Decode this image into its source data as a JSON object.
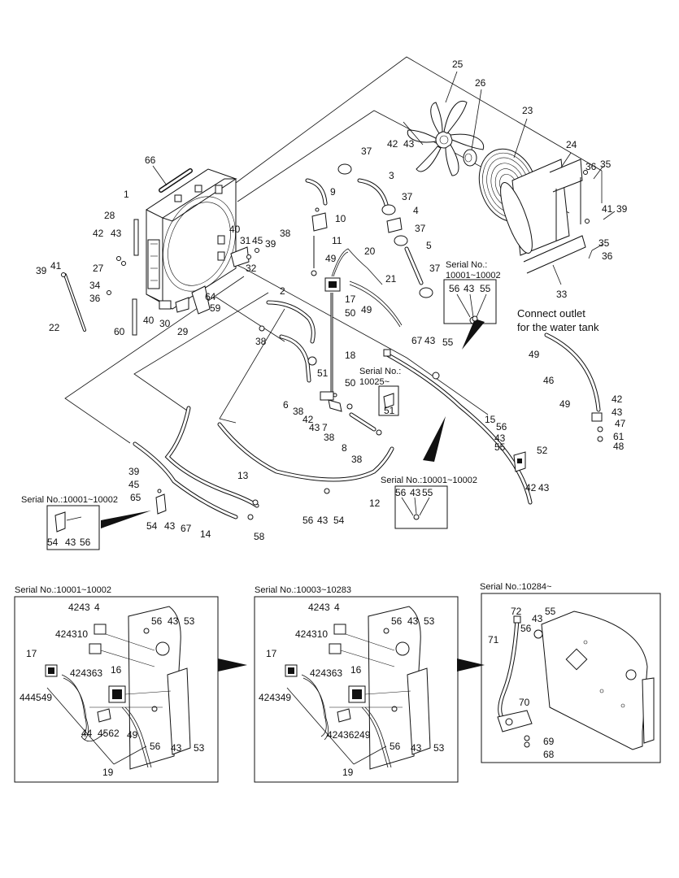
{
  "labels": [
    {
      "id": "l66",
      "text": "66"
    },
    {
      "id": "l1",
      "text": "1"
    },
    {
      "id": "l28",
      "text": "28"
    },
    {
      "id": "l42a",
      "text": "42"
    },
    {
      "id": "l43a",
      "text": "43"
    },
    {
      "id": "l39a",
      "text": "39"
    },
    {
      "id": "l41a",
      "text": "41"
    },
    {
      "id": "l27",
      "text": "27"
    },
    {
      "id": "l34",
      "text": "34"
    },
    {
      "id": "l36a",
      "text": "36"
    },
    {
      "id": "l22",
      "text": "22"
    },
    {
      "id": "l60",
      "text": "60"
    },
    {
      "id": "l40a",
      "text": "40"
    },
    {
      "id": "l30",
      "text": "30"
    },
    {
      "id": "l29",
      "text": "29"
    },
    {
      "id": "l64",
      "text": "64"
    },
    {
      "id": "l59",
      "text": "59"
    },
    {
      "id": "l40b",
      "text": "40"
    },
    {
      "id": "l31",
      "text": "31"
    },
    {
      "id": "l45a",
      "text": "45"
    },
    {
      "id": "l39b",
      "text": "39"
    },
    {
      "id": "l32",
      "text": "32"
    },
    {
      "id": "l25",
      "text": "25"
    },
    {
      "id": "l26",
      "text": "26"
    },
    {
      "id": "l42b",
      "text": "42"
    },
    {
      "id": "l43b",
      "text": "43"
    },
    {
      "id": "l23",
      "text": "23"
    },
    {
      "id": "l24",
      "text": "24"
    },
    {
      "id": "l36b",
      "text": "36"
    },
    {
      "id": "l35a",
      "text": "35"
    },
    {
      "id": "l41b",
      "text": "41"
    },
    {
      "id": "l39c",
      "text": "39"
    },
    {
      "id": "l35b",
      "text": "35"
    },
    {
      "id": "l36c",
      "text": "36"
    },
    {
      "id": "l33",
      "text": "33"
    },
    {
      "id": "l37a",
      "text": "37"
    },
    {
      "id": "l3",
      "text": "3"
    },
    {
      "id": "l9",
      "text": "9"
    },
    {
      "id": "l37b",
      "text": "37"
    },
    {
      "id": "l4",
      "text": "4"
    },
    {
      "id": "l10",
      "text": "10"
    },
    {
      "id": "l38a",
      "text": "38"
    },
    {
      "id": "l37c",
      "text": "37"
    },
    {
      "id": "l11",
      "text": "11"
    },
    {
      "id": "l5",
      "text": "5"
    },
    {
      "id": "l20",
      "text": "20"
    },
    {
      "id": "l49a",
      "text": "49"
    },
    {
      "id": "l37d",
      "text": "37"
    },
    {
      "id": "l21",
      "text": "21"
    },
    {
      "id": "l17a",
      "text": "17"
    },
    {
      "id": "l50a",
      "text": "50"
    },
    {
      "id": "l49b",
      "text": "49"
    },
    {
      "id": "l2",
      "text": "2"
    },
    {
      "id": "l38b",
      "text": "38"
    },
    {
      "id": "l18",
      "text": "18"
    },
    {
      "id": "l51a",
      "text": "51"
    },
    {
      "id": "l50b",
      "text": "50"
    },
    {
      "id": "l6",
      "text": "6"
    },
    {
      "id": "l38c",
      "text": "38"
    },
    {
      "id": "l42c",
      "text": "42"
    },
    {
      "id": "l43c",
      "text": "43"
    },
    {
      "id": "l7",
      "text": "7"
    },
    {
      "id": "l38d",
      "text": "38"
    },
    {
      "id": "l8",
      "text": "8"
    },
    {
      "id": "l38e",
      "text": "38"
    },
    {
      "id": "l51b",
      "text": "51"
    },
    {
      "id": "l67a",
      "text": "67"
    },
    {
      "id": "l43d",
      "text": "43"
    },
    {
      "id": "l55a",
      "text": "55"
    },
    {
      "id": "l56a",
      "text": "56"
    },
    {
      "id": "l43e",
      "text": "43"
    },
    {
      "id": "l55b",
      "text": "55"
    },
    {
      "id": "l49c",
      "text": "49"
    },
    {
      "id": "l46",
      "text": "46"
    },
    {
      "id": "l49d",
      "text": "49"
    },
    {
      "id": "l42d",
      "text": "42"
    },
    {
      "id": "l43f",
      "text": "43"
    },
    {
      "id": "l47",
      "text": "47"
    },
    {
      "id": "l61",
      "text": "61"
    },
    {
      "id": "l48",
      "text": "48"
    },
    {
      "id": "l15",
      "text": "15"
    },
    {
      "id": "l56b",
      "text": "56"
    },
    {
      "id": "l43g",
      "text": "43"
    },
    {
      "id": "l55c",
      "text": "55"
    },
    {
      "id": "l52",
      "text": "52"
    },
    {
      "id": "l42e",
      "text": "42"
    },
    {
      "id": "l43h",
      "text": "43"
    },
    {
      "id": "l56c",
      "text": "56"
    },
    {
      "id": "l43i",
      "text": "43"
    },
    {
      "id": "l55d",
      "text": "55"
    },
    {
      "id": "l12",
      "text": "12"
    },
    {
      "id": "l56d",
      "text": "56"
    },
    {
      "id": "l43j",
      "text": "43"
    },
    {
      "id": "l54a",
      "text": "54"
    },
    {
      "id": "l13",
      "text": "13"
    },
    {
      "id": "l58",
      "text": "58"
    },
    {
      "id": "l14",
      "text": "14"
    },
    {
      "id": "l39d",
      "text": "39"
    },
    {
      "id": "l45b",
      "text": "45"
    },
    {
      "id": "l65",
      "text": "65"
    },
    {
      "id": "l54b",
      "text": "54"
    },
    {
      "id": "l43k",
      "text": "43"
    },
    {
      "id": "l67b",
      "text": "67"
    },
    {
      "id": "l54c",
      "text": "54"
    },
    {
      "id": "l43l",
      "text": "43"
    },
    {
      "id": "l56e",
      "text": "56"
    },
    {
      "id": "p1l4",
      "text": "4"
    },
    {
      "id": "p1l42",
      "text": "4243"
    },
    {
      "id": "p1l4310",
      "text": "424310"
    },
    {
      "id": "p1l56",
      "text": "56"
    },
    {
      "id": "p1l43",
      "text": "43"
    },
    {
      "id": "p1l53",
      "text": "53"
    },
    {
      "id": "p1l17",
      "text": "17"
    },
    {
      "id": "p1l4549",
      "text": "444549"
    },
    {
      "id": "p1l4243",
      "text": "424363"
    },
    {
      "id": "p1l16",
      "text": "16"
    },
    {
      "id": "p1l44",
      "text": "44"
    },
    {
      "id": "p1l4562",
      "text": "4562"
    },
    {
      "id": "p1l49",
      "text": "49"
    },
    {
      "id": "p1l56b",
      "text": "56"
    },
    {
      "id": "p1l43b",
      "text": "43"
    },
    {
      "id": "p1l53b",
      "text": "53"
    },
    {
      "id": "p1l19",
      "text": "19"
    },
    {
      "id": "p2l4",
      "text": "4"
    },
    {
      "id": "p2l42",
      "text": "4243"
    },
    {
      "id": "p2l4310",
      "text": "424310"
    },
    {
      "id": "p2l56",
      "text": "56"
    },
    {
      "id": "p2l43",
      "text": "43"
    },
    {
      "id": "p2l53",
      "text": "53"
    },
    {
      "id": "p2l17",
      "text": "17"
    },
    {
      "id": "p2l4243",
      "text": "424349"
    },
    {
      "id": "p2l4363",
      "text": "424363"
    },
    {
      "id": "p2l16",
      "text": "16"
    },
    {
      "id": "p2l6249",
      "text": "42436249"
    },
    {
      "id": "p2l56b",
      "text": "56"
    },
    {
      "id": "p2l43b",
      "text": "43"
    },
    {
      "id": "p2l53b",
      "text": "53"
    },
    {
      "id": "p2l19",
      "text": "19"
    },
    {
      "id": "p3l72",
      "text": "72"
    },
    {
      "id": "p3l43",
      "text": "43"
    },
    {
      "id": "p3l55",
      "text": "55"
    },
    {
      "id": "p3l56",
      "text": "56"
    },
    {
      "id": "p3l71",
      "text": "71"
    },
    {
      "id": "p3l70",
      "text": "70"
    },
    {
      "id": "p3l69",
      "text": "69"
    },
    {
      "id": "p3l68",
      "text": "68"
    }
  ],
  "notes": {
    "serial_a": "Serial No.:",
    "serial_a2": "10001~10002",
    "connect_1": "Connect outlet",
    "connect_2": "for the water tank",
    "serial_b": "Serial No.:",
    "serial_b2": "10025~",
    "serial_c": "Serial No.:10001~10002",
    "serial_d": "Serial No.:10001~10002",
    "panel1_title": "Serial No.:10001~10002",
    "panel2_title": "Serial No.:10003~10283",
    "panel3_title": "Serial No.:10284~"
  }
}
